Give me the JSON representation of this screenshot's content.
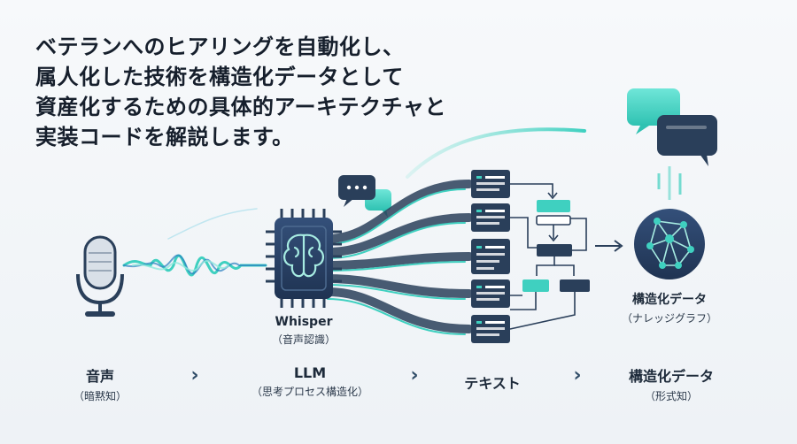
{
  "headline": [
    "ベテランへのヒアリングを自動化し、",
    "属人化した技術を構造化データとして",
    "資産化するための具体的アーキテクチャと",
    "実装コードを解説します。"
  ],
  "diagram_labels": {
    "whisper": "Whisper",
    "whisper_sub": "（音声認識）",
    "graph": "構造化データ",
    "graph_sub": "（ナレッジグラフ）"
  },
  "pipeline": [
    {
      "main": "音声",
      "sub": "（暗黙知）"
    },
    {
      "main": "LLM",
      "sub": "（思考プロセス構造化）"
    },
    {
      "main": "テキスト",
      "sub": ""
    },
    {
      "main": "構造化データ",
      "sub": "（形式知）"
    }
  ],
  "chevron_glyph": "›",
  "colors": {
    "navy": "#2a3f5a",
    "teal": "#3fd0c0",
    "deep": "#1d2a3a"
  },
  "icons": [
    "microphone-icon",
    "sound-wave-icon",
    "chat-bubble-icon",
    "chip-brain-icon",
    "document-icon",
    "flowchart-icon",
    "knowledge-graph-icon"
  ]
}
